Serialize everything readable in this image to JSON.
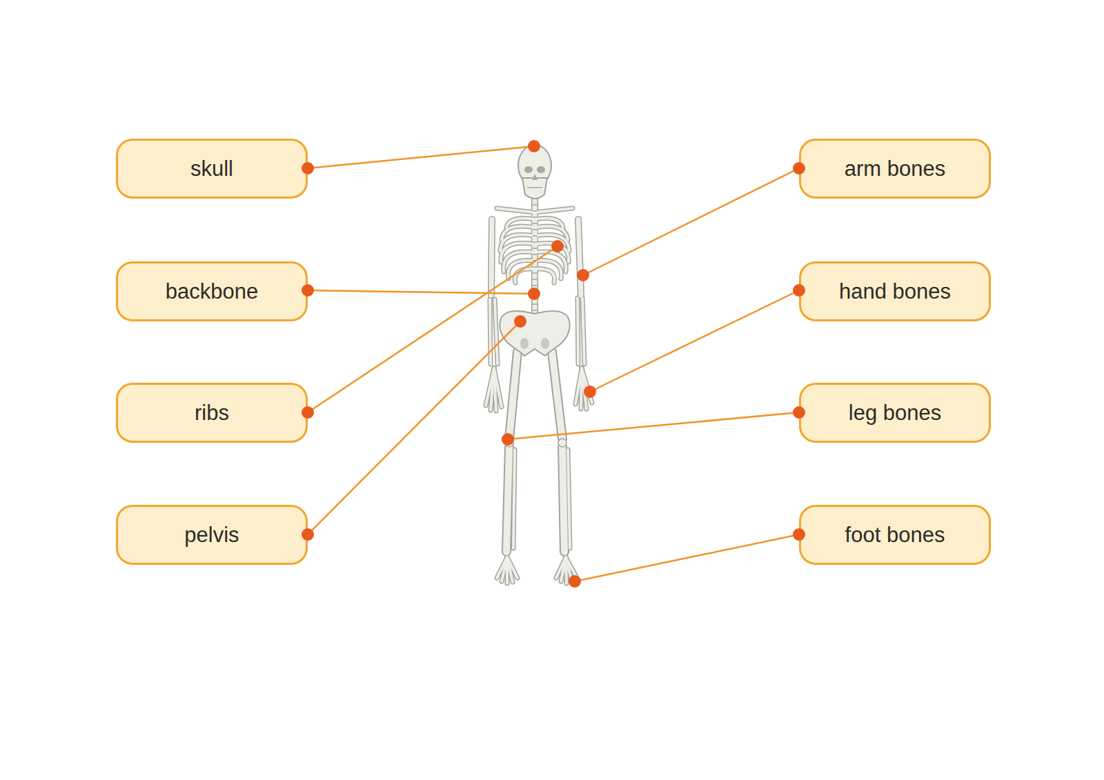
{
  "diagram": {
    "nodes": [
      {
        "text": [
          "skull"
        ]
      },
      {
        "text": [
          "arm bones"
        ]
      },
      {
        "text": [
          "backbone"
        ]
      },
      {
        "text": [
          "hand bones"
        ]
      },
      {
        "text": [
          "ribs"
        ]
      },
      {
        "text": [
          "leg bones"
        ]
      },
      {
        "text": [
          "pelvis"
        ]
      },
      {
        "text": [
          "foot bones"
        ]
      }
    ]
  }
}
